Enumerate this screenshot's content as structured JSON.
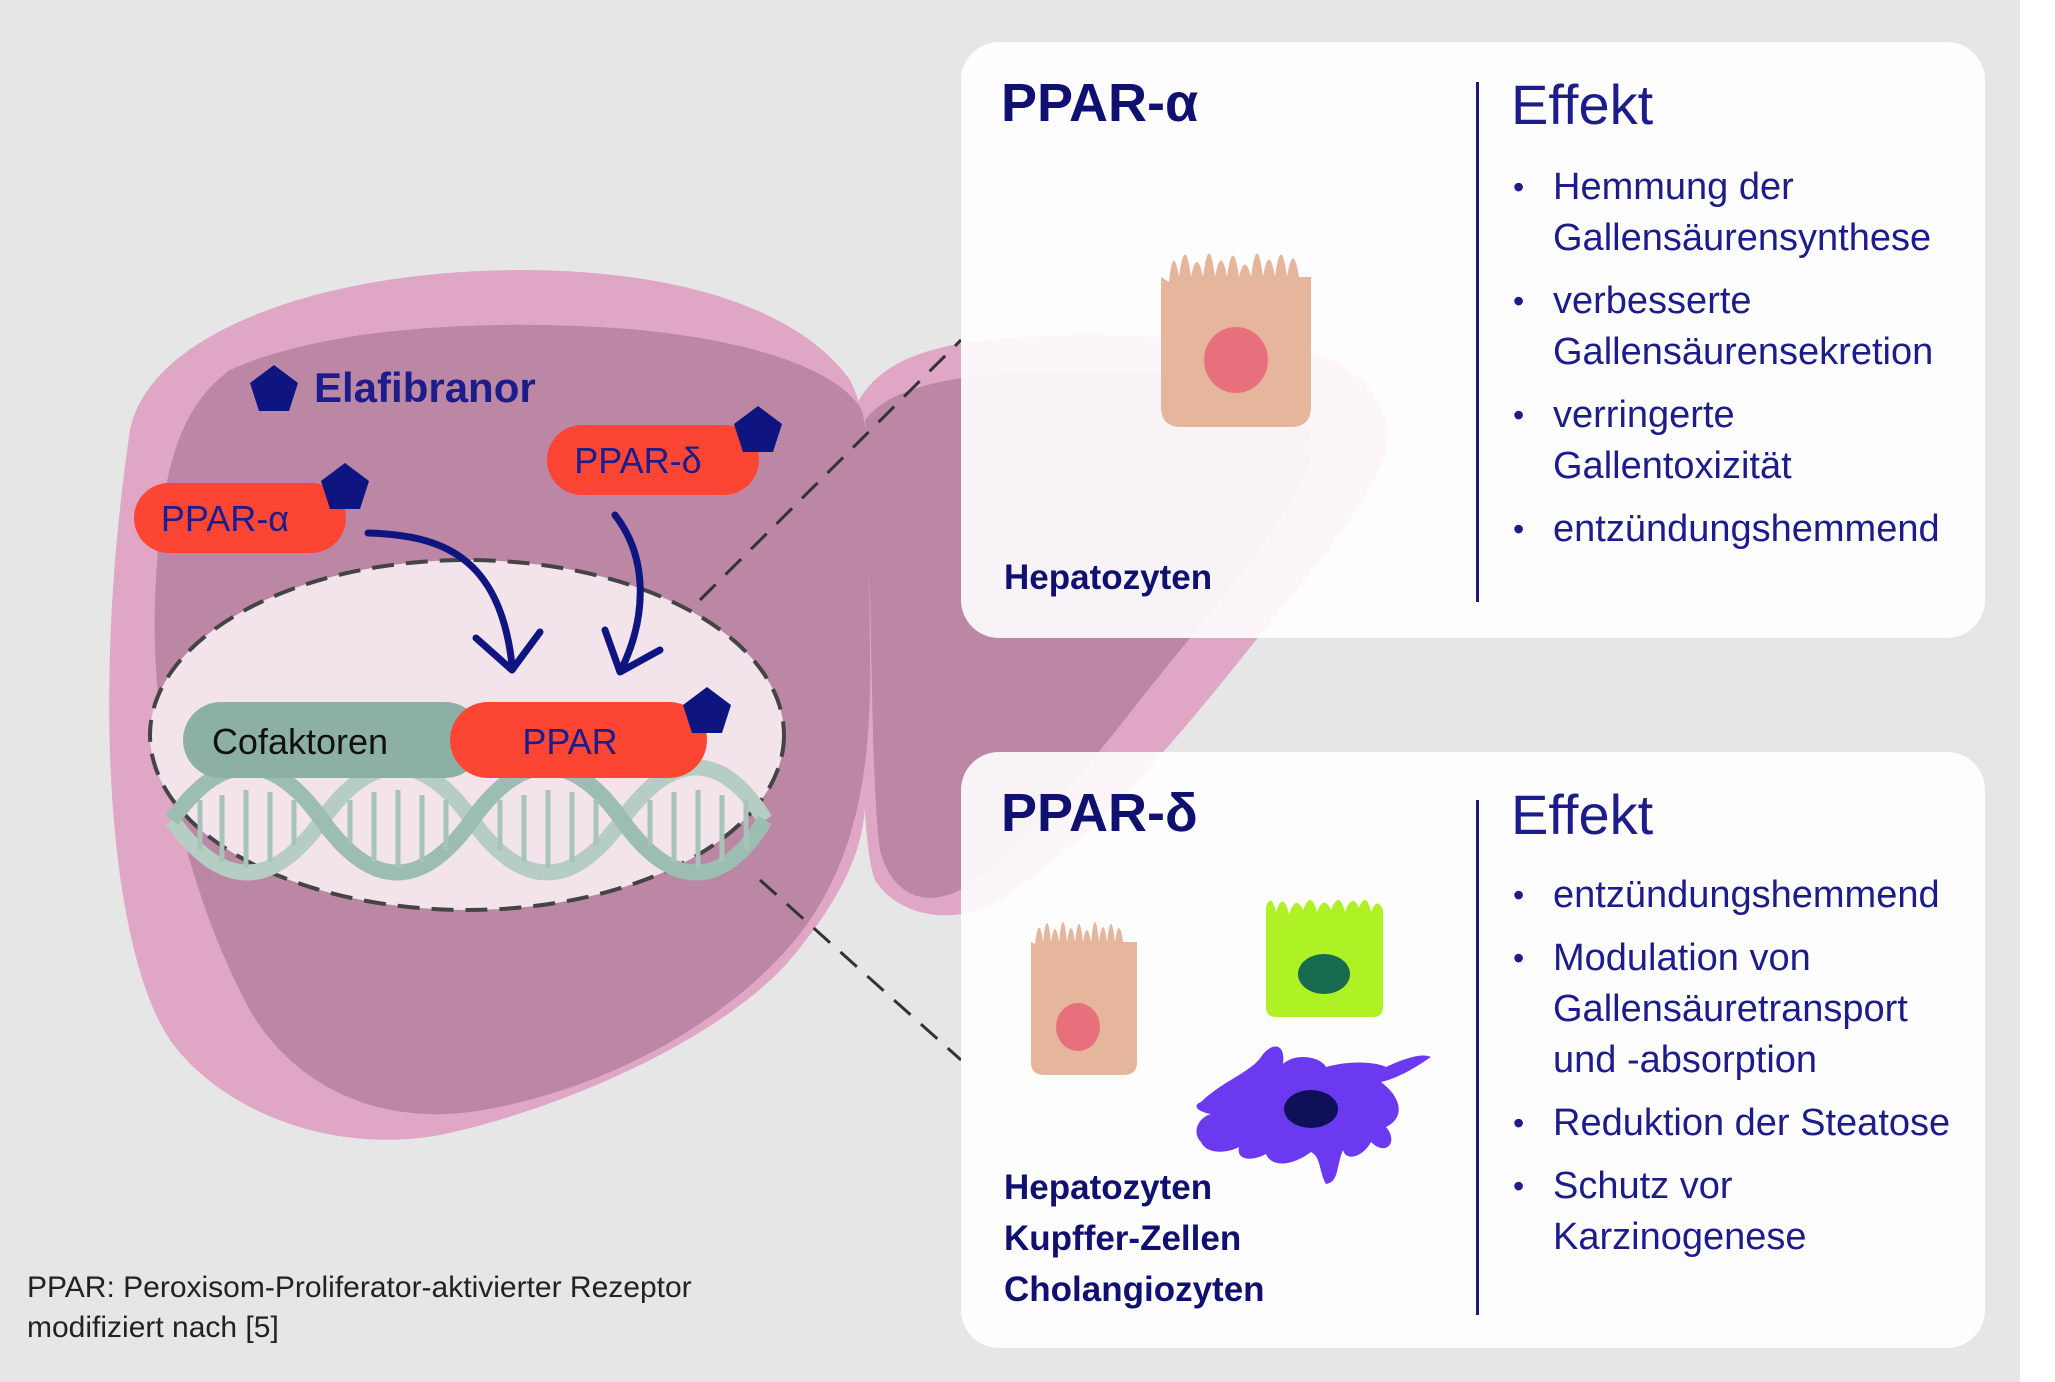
{
  "diagram": {
    "drug_label": "Elafibranor",
    "receptor_alpha": "PPAR-α",
    "receptor_delta": "PPAR-δ",
    "cofactor_label": "Cofaktoren",
    "ppar_label": "PPAR"
  },
  "panel_alpha": {
    "title": "PPAR-α",
    "effect_title": "Effekt",
    "effects": [
      "Hemmung der Gallensäurensynthese",
      "verbesserte Gallensäurensekretion",
      "verringerte Gallentoxizität",
      "entzündungshemmend"
    ],
    "cell_types": [
      "Hepatozyten"
    ]
  },
  "panel_delta": {
    "title": "PPAR-δ",
    "effect_title": "Effekt",
    "effects": [
      "entzündungshemmend",
      "Modulation von Gallensäuretransport und -absorption",
      "Reduktion der Steatose",
      "Schutz vor Karzinogenese"
    ],
    "cell_types": [
      "Hepatozyten",
      "Kupffer-Zellen",
      "Cholangiozyten"
    ]
  },
  "footnote": {
    "line1": "PPAR: Peroxisom-Proliferator-aktivierter Rezeptor",
    "line2": "modifiziert nach [5]"
  },
  "colors": {
    "liver_light": "#dfa6c5",
    "liver_dark": "#bb87a5",
    "receptor_red": "#fc4633",
    "cofactor_teal": "#8db0a6",
    "ligand_navy": "#0e1580",
    "hepatocyte": "#e5b69c",
    "cholangiocyte": "#aef125",
    "kupffer": "#6b3af0",
    "text_navy": "#1c1c8a"
  }
}
